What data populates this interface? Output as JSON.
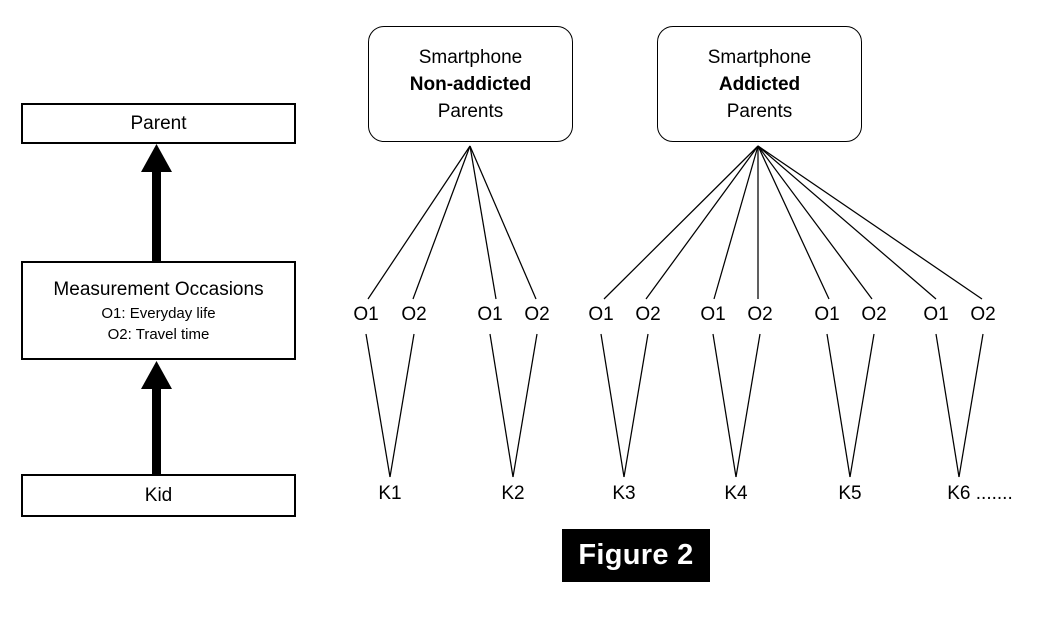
{
  "figure": {
    "caption": "Figure 2",
    "caption_bg": "#000000",
    "caption_fg": "#ffffff"
  },
  "legend_column": {
    "parent_box": {
      "title": "Parent"
    },
    "occasions_box": {
      "title": "Measurement Occasions",
      "line1": "O1: Everyday life",
      "line2": "O2: Travel time"
    },
    "kid_box": {
      "title": "Kid"
    },
    "arrow_up_1": "arrow-up",
    "arrow_up_2": "arrow-up"
  },
  "groups": [
    {
      "id": "non-addicted",
      "line1": "Smartphone",
      "line2": "Non-addicted",
      "line3": "Parents",
      "occasions": [
        "O1",
        "O2",
        "O1",
        "O2"
      ],
      "kids": [
        "K1",
        "K2"
      ]
    },
    {
      "id": "addicted",
      "line1": "Smartphone",
      "line2": "Addicted",
      "line3": "Parents",
      "occasions": [
        "O1",
        "O2",
        "O1",
        "O2",
        "O1",
        "O2",
        "O1",
        "O2"
      ],
      "kids": [
        "K3",
        "K4",
        "K5",
        "K6 ......."
      ]
    }
  ],
  "chart_data": {
    "type": "diagram",
    "title": "Figure 2",
    "description": "Hierarchical multilevel data structure diagram: parents nest measurement occasions which nest kids.",
    "levels": [
      "Parent",
      "Measurement Occasions",
      "Kid"
    ],
    "occasion_key": {
      "O1": "Everyday life",
      "O2": "Travel time"
    },
    "nodes": {
      "group_non_addicted": {
        "label": "Smartphone Non-addicted Parents",
        "kids": [
          "K1",
          "K2"
        ],
        "occasions_per_kid": 2
      },
      "group_addicted": {
        "label": "Smartphone Addicted Parents",
        "kids": [
          "K3",
          "K4",
          "K5",
          "K6 ......."
        ],
        "occasions_per_kid": 2
      }
    },
    "edges": {
      "non_addicted_fan": 4,
      "addicted_fan": 8,
      "occasion_to_kid_pairs": 6
    }
  },
  "colors": {
    "stroke": "#000000",
    "background": "#ffffff"
  }
}
